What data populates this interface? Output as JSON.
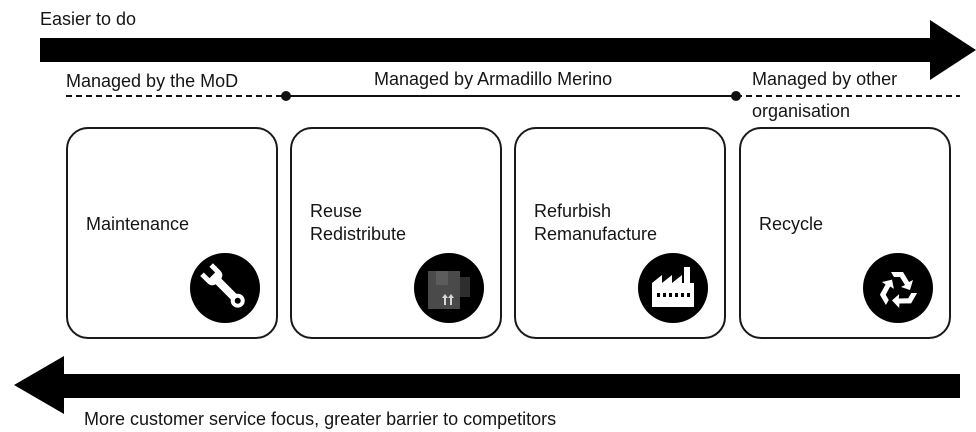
{
  "top_arrow": {
    "label": "Easier to do"
  },
  "management": {
    "mod": "Managed by the MoD",
    "armadillo": "Managed by Armadillo Merino",
    "other_line1": "Managed by other",
    "other_line2": "organisation"
  },
  "cards": [
    {
      "lines": [
        "Maintenance"
      ],
      "icon": "wrench-icon"
    },
    {
      "lines": [
        "Reuse",
        "Redistribute"
      ],
      "icon": "box-icon"
    },
    {
      "lines": [
        "Refurbish",
        "Remanufacture"
      ],
      "icon": "factory-icon"
    },
    {
      "lines": [
        "Recycle"
      ],
      "icon": "recycle-icon"
    }
  ],
  "bottom_arrow": {
    "label": "More customer service focus, greater barrier to competitors"
  }
}
